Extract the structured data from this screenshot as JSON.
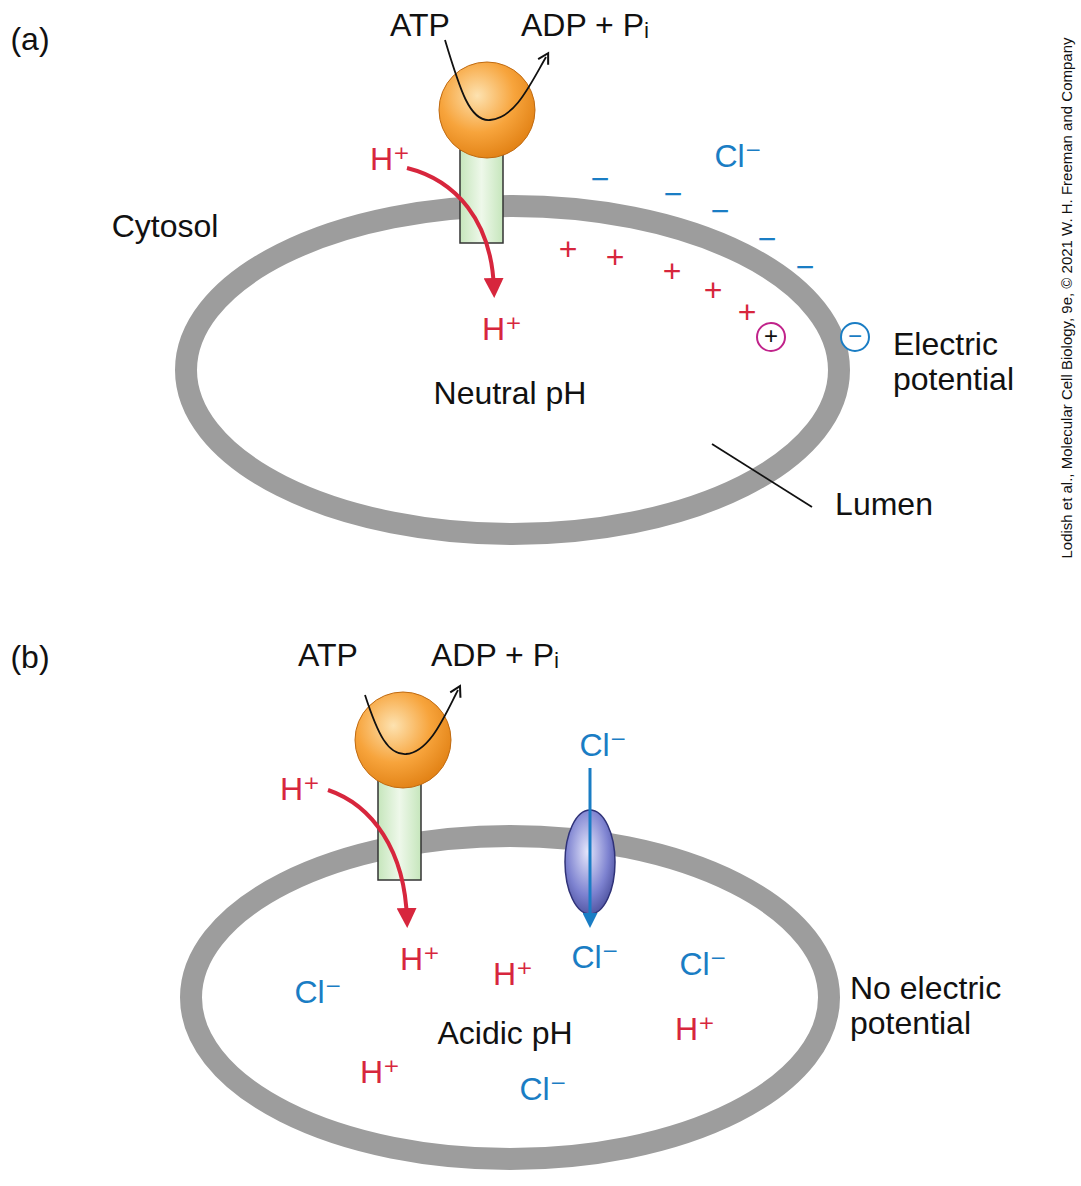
{
  "diagram": {
    "nodes": [
      {
        "text": [
          "Neutral pH"
        ]
      },
      {
        "text": [
          "Acidic pH"
        ]
      }
    ],
    "labels": [
      "(a)",
      "ATP",
      "ADP + Pᵢ",
      "H⁺",
      "Cl⁻",
      "Cytosol",
      "H⁺",
      "−",
      "−",
      "−",
      "−",
      "−",
      "+",
      "+",
      "+",
      "+",
      "+",
      "+",
      "−",
      "Electric potential",
      "Lumen",
      "Lodish et al., Molecular Cell Biology, 9e, © 2021 W. H. Freeman and Company",
      "(b)",
      "ATP",
      "ADP + Pᵢ",
      "H⁺",
      "Cl⁻",
      "H⁺",
      "H⁺",
      "H⁺",
      "H⁺",
      "Cl⁻",
      "Cl⁻",
      "Cl⁻",
      "Cl⁻",
      "No electric potential"
    ]
  }
}
